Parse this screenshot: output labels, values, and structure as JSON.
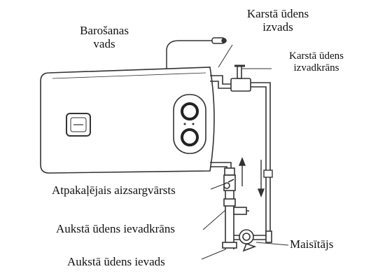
{
  "labels": {
    "power_cable": "Barošanas\nvads",
    "hot_water_outlet": "Karstā ūdens\nizvads",
    "hot_water_tap": "Karstā ūdens\nizvadkrāns",
    "check_valve": "Atpakaļējais aizsargvārsts",
    "cold_water_tap": "Aukstā ūdens ievadkrāns",
    "mixer": "Maisītājs",
    "cold_water_inlet": "Aukstā ūdens ievads"
  }
}
